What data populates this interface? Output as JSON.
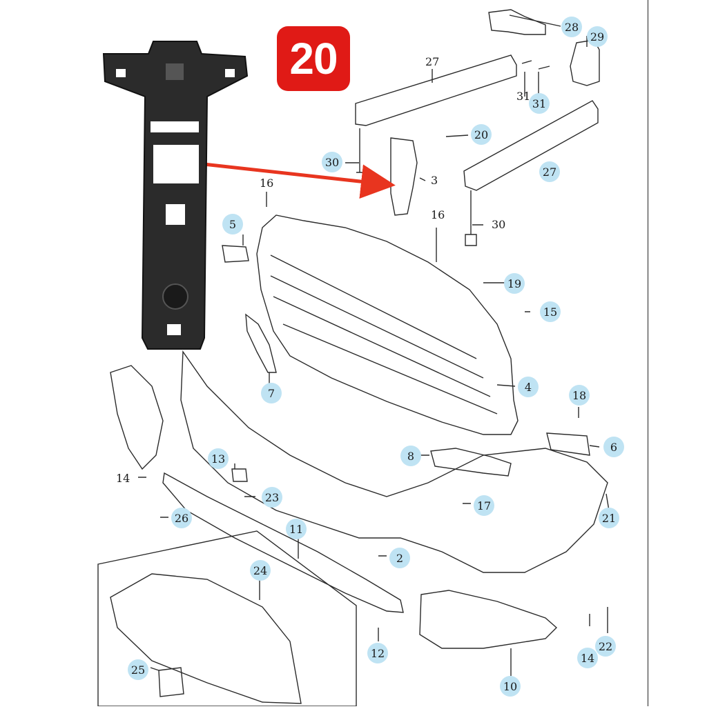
{
  "badge": {
    "number": "20",
    "color": "#e01a16"
  },
  "photo": {
    "name": "bumper-bracket-photo"
  },
  "callout_fill": "#bfe3f3",
  "arrow_color": "#e8351f",
  "callouts": [
    {
      "id": "c28",
      "label": "28"
    },
    {
      "id": "c29",
      "label": "29"
    },
    {
      "id": "c27a",
      "label": "27"
    },
    {
      "id": "c31a",
      "label": "31"
    },
    {
      "id": "c31b",
      "label": "31"
    },
    {
      "id": "c20",
      "label": "20"
    },
    {
      "id": "c30a",
      "label": "30"
    },
    {
      "id": "c3",
      "label": "3"
    },
    {
      "id": "c27b",
      "label": "27"
    },
    {
      "id": "c16a",
      "label": "16"
    },
    {
      "id": "c16b",
      "label": "16"
    },
    {
      "id": "c30b",
      "label": "30"
    },
    {
      "id": "c5",
      "label": "5"
    },
    {
      "id": "c19",
      "label": "19"
    },
    {
      "id": "c15",
      "label": "15"
    },
    {
      "id": "c4",
      "label": "4"
    },
    {
      "id": "c7",
      "label": "7"
    },
    {
      "id": "c18",
      "label": "18"
    },
    {
      "id": "c6",
      "label": "6"
    },
    {
      "id": "c8",
      "label": "8"
    },
    {
      "id": "c13",
      "label": "13"
    },
    {
      "id": "c14a",
      "label": "14"
    },
    {
      "id": "c23",
      "label": "23"
    },
    {
      "id": "c17",
      "label": "17"
    },
    {
      "id": "c21",
      "label": "21"
    },
    {
      "id": "c26",
      "label": "26"
    },
    {
      "id": "c11",
      "label": "11"
    },
    {
      "id": "c2",
      "label": "2"
    },
    {
      "id": "c24",
      "label": "24"
    },
    {
      "id": "c22",
      "label": "22"
    },
    {
      "id": "c14b",
      "label": "14"
    },
    {
      "id": "c12",
      "label": "12"
    },
    {
      "id": "c25",
      "label": "25"
    },
    {
      "id": "c10",
      "label": "10"
    }
  ]
}
